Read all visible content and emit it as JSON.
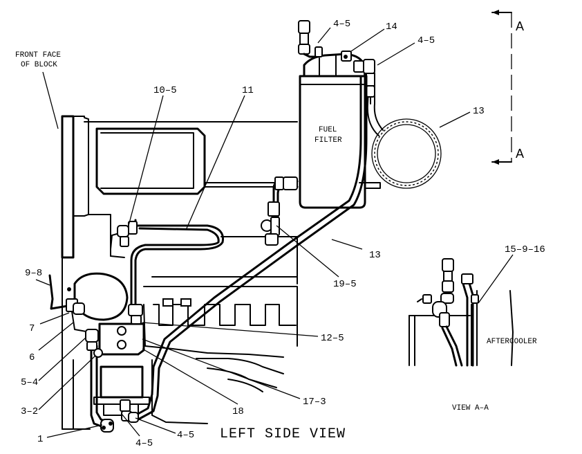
{
  "view_titles": {
    "left_side_view": "LEFT SIDE VIEW",
    "view_a_a": "VIEW A–A"
  },
  "section_marks": {
    "top": "A",
    "bottom": "A"
  },
  "text_labels": {
    "front_face_line1": "FRONT FACE",
    "front_face_line2": "OF BLOCK",
    "fuel_filter_line1": "FUEL",
    "fuel_filter_line2": "FILTER",
    "aftercooler": "AFTERCOOLER"
  },
  "callouts": {
    "c4_5_top": "4–5",
    "c14": "14",
    "c4_5_right": "4–5",
    "c10_5": "10–5",
    "c11": "11",
    "c13_top": "13",
    "c13_mid": "13",
    "c19_5": "19–5",
    "c9_8": "9–8",
    "c7": "7",
    "c6": "6",
    "c5_4": "5–4",
    "c3_2": "3–2",
    "c1": "1",
    "c4_5_bottom_left": "4–5",
    "c4_5_bottom_right": "4–5",
    "c12_5": "12–5",
    "c17_3": "17–3",
    "c18": "18",
    "c15_9_16": "15–9–16"
  }
}
